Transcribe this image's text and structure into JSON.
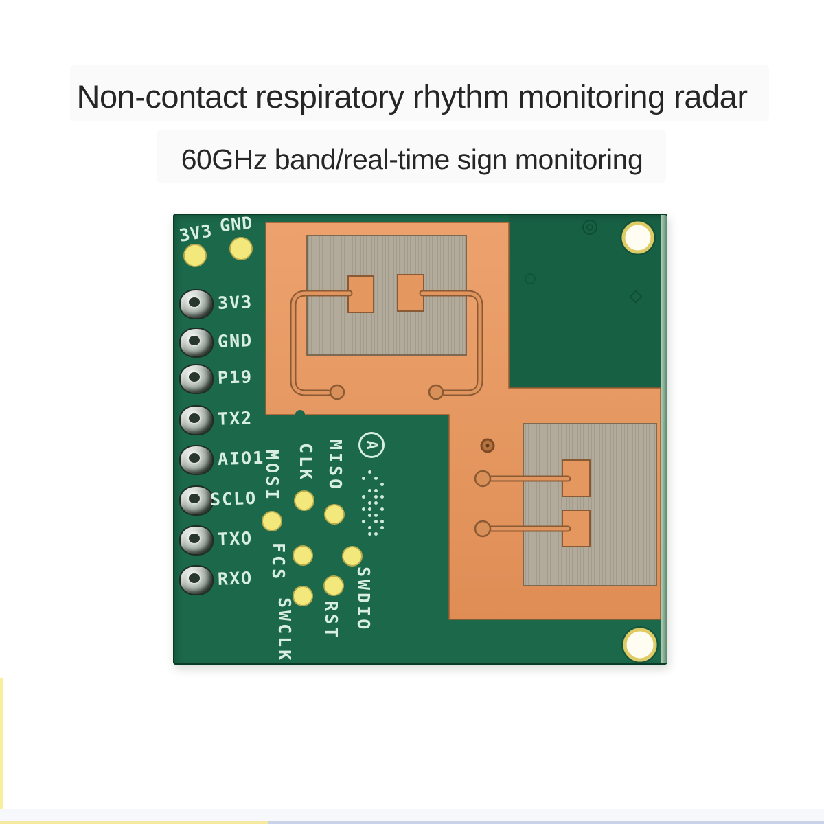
{
  "header": {
    "title": "Non-contact respiratory rhythm monitoring radar",
    "subtitle": "60GHz band/real-time sign monitoring"
  },
  "board": {
    "top_pads": [
      {
        "label": "3V3"
      },
      {
        "label": "GND"
      }
    ],
    "left_pins": [
      {
        "label": "3V3"
      },
      {
        "label": "GND"
      },
      {
        "label": "P19"
      },
      {
        "label": "TX2"
      },
      {
        "label": "AIO1"
      },
      {
        "label": "SCLO"
      },
      {
        "label": "TXO"
      },
      {
        "label": "RXO"
      }
    ],
    "test_pads": [
      {
        "label": "MOSI"
      },
      {
        "label": "CLK"
      },
      {
        "label": "MISO"
      },
      {
        "label": "FCS"
      },
      {
        "label": "SWDIO"
      },
      {
        "label": "RST"
      },
      {
        "label": "SWCLK"
      }
    ],
    "logo_letter": "A",
    "matrix_pattern": [
      "0100",
      "1010",
      "0001",
      "0110",
      "1011",
      "0110",
      "1101",
      "0110",
      "1011",
      "0101",
      "0110"
    ],
    "colors": {
      "solder_mask": "#1b684a",
      "copper": "#e59760",
      "antenna_patch": "#b2aa9b",
      "silkscreen": "#d8eee1",
      "pad_yellow": "#f2e87c",
      "screw_ring_gold": "#dfcb66",
      "heading_text": "#262626"
    }
  }
}
